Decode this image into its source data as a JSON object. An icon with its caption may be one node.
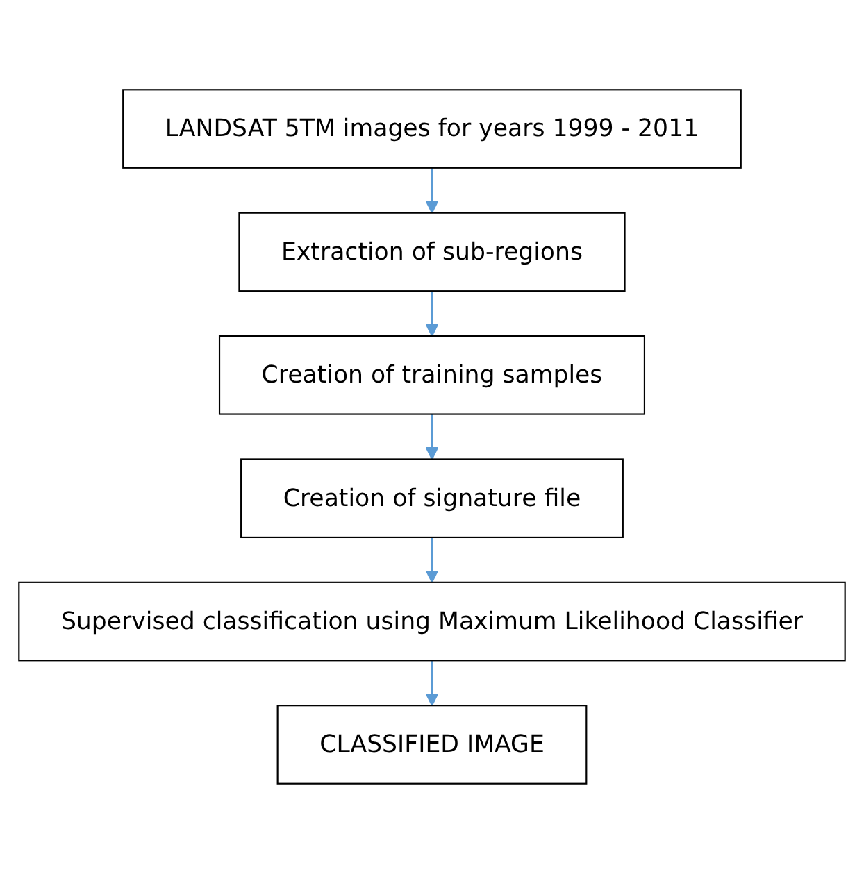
{
  "diagram": {
    "nodes": [
      {
        "text": [
          "LANDSAT 5TM images for years 1999 - 2011"
        ]
      },
      {
        "text": [
          "Extraction of sub-regions"
        ]
      },
      {
        "text": [
          "Creation of training samples"
        ]
      },
      {
        "text": [
          "Creation of signature file"
        ]
      },
      {
        "text": [
          "Supervised classification using Maximum Likelihood Classifier"
        ]
      },
      {
        "text": [
          "CLASSIFIED IMAGE"
        ]
      }
    ],
    "edges": [
      {
        "from": 0,
        "to": 1,
        "arrow": "to"
      },
      {
        "from": 1,
        "to": 2,
        "arrow": "to"
      },
      {
        "from": 2,
        "to": 3,
        "arrow": "to"
      },
      {
        "from": 3,
        "to": 4,
        "arrow": "to"
      },
      {
        "from": 4,
        "to": 5,
        "arrow": "to"
      }
    ]
  }
}
